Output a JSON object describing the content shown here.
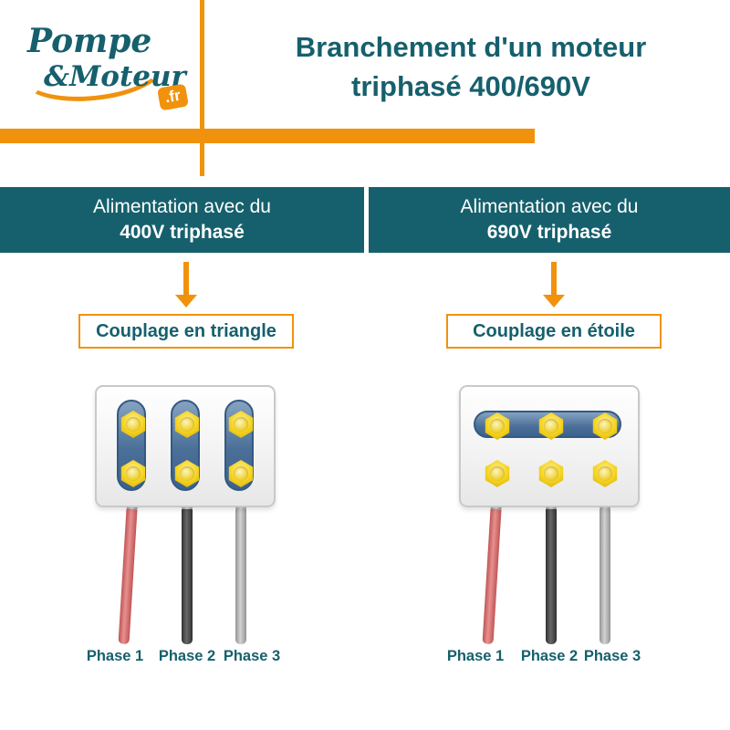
{
  "logo": {
    "word1": "Pompe",
    "word2": "&Moteur",
    "tld": ".fr"
  },
  "title": {
    "line1": "Branchement d'un moteur",
    "line2": "triphasé 400/690V"
  },
  "columns": [
    {
      "supply_line1": "Alimentation avec du",
      "supply_line2": "400V triphasé",
      "coupling": "Couplage en triangle",
      "phases": [
        "Phase 1",
        "Phase 2",
        "Phase 3"
      ]
    },
    {
      "supply_line1": "Alimentation avec du",
      "supply_line2": "690V triphasé",
      "coupling": "Couplage en étoile",
      "phases": [
        "Phase 1",
        "Phase 2",
        "Phase 3"
      ]
    }
  ],
  "colors": {
    "teal": "#16606d",
    "orange": "#f1920d",
    "wire_phase1": "#d96a6a",
    "wire_phase2": "#4b4b4b",
    "wire_phase3": "#b5b5b5",
    "strap_blue": "#4a6f98",
    "nut_yellow": "#f6d41f"
  }
}
